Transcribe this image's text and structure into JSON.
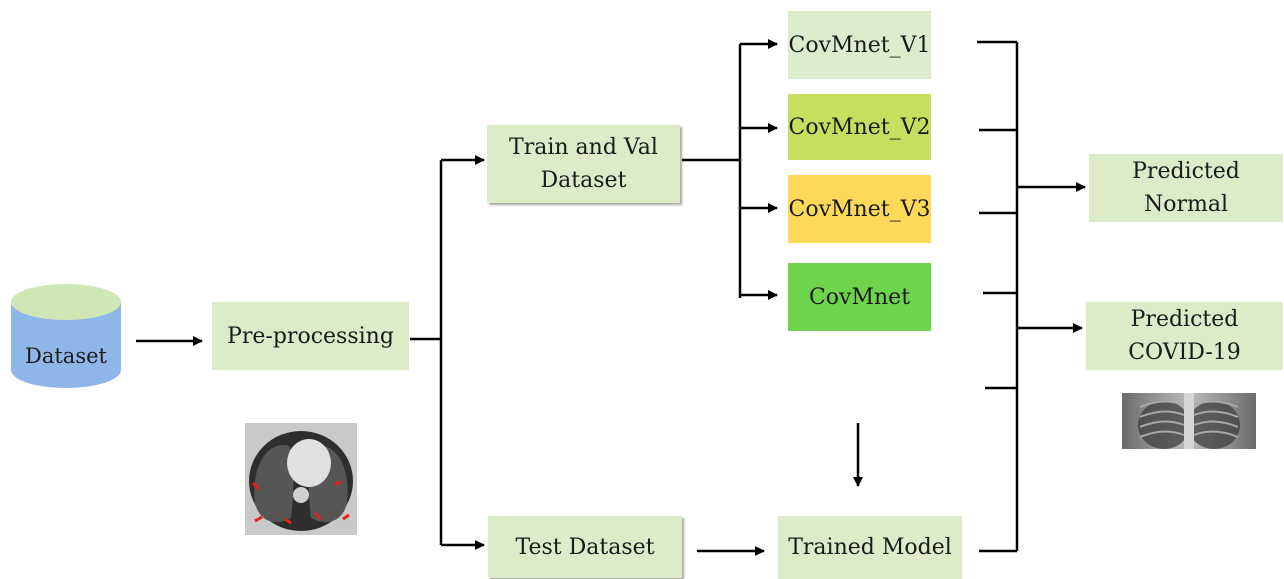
{
  "nodes": {
    "dataset": "Dataset",
    "preprocessing": "Pre-processing",
    "train_val": "Train and Val\nDataset",
    "test": "Test Dataset",
    "trained_model": "Trained Model",
    "model_v1": "CovMnet_V1",
    "model_v2": "CovMnet_V2",
    "model_v3": "CovMnet_V3",
    "model_final": "CovMnet",
    "pred_normal": "Predicted\nNormal",
    "pred_covid": "Predicted\nCOVID-19"
  },
  "colors": {
    "box_light": "#dcebc8",
    "v1": "#ddeccc",
    "v2": "#c6df5f",
    "v3": "#fdd95a",
    "final": "#6fd44d",
    "cylinder_top": "#cfe7b5",
    "cylinder_body": "#8fb6e8",
    "line": "#000000"
  },
  "images": {
    "ct_scan": "ct-scan-image",
    "xray": "chest-xray-image"
  }
}
